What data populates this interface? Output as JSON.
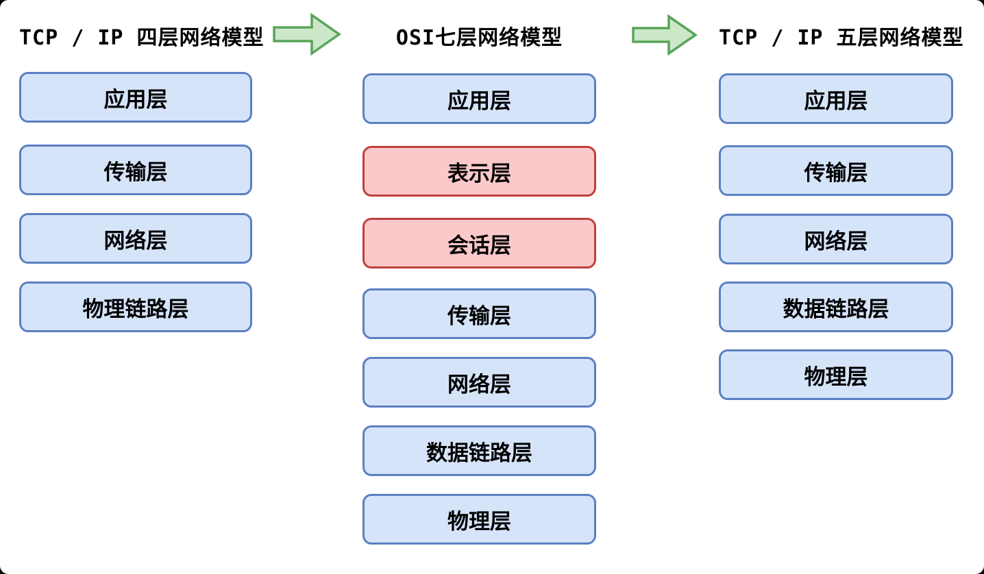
{
  "colors": {
    "canvas": "#ffffff",
    "text": "#000000",
    "layer_fill": "#d6e4fa",
    "layer_border": "#5b7fc2",
    "highlight_fill": "#fbc9c9",
    "highlight_border": "#bf3f3f",
    "arrow_fill": "#cde7c9",
    "arrow_border": "#58a559"
  },
  "columns": [
    {
      "title": "TCP / IP 四层网络模型",
      "layers": [
        {
          "label": "应用层"
        },
        {
          "label": "传输层"
        },
        {
          "label": "网络层"
        },
        {
          "label": "物理链路层"
        }
      ]
    },
    {
      "title": "OSI七层网络模型",
      "layers": [
        {
          "label": "应用层"
        },
        {
          "label": "表示层",
          "highlight": true
        },
        {
          "label": "会话层",
          "highlight": true
        },
        {
          "label": "传输层"
        },
        {
          "label": "网络层"
        },
        {
          "label": "数据链路层"
        },
        {
          "label": "物理层"
        }
      ]
    },
    {
      "title": "TCP / IP 五层网络模型",
      "layers": [
        {
          "label": "应用层"
        },
        {
          "label": "传输层"
        },
        {
          "label": "网络层"
        },
        {
          "label": "数据链路层"
        },
        {
          "label": "物理层"
        }
      ]
    }
  ],
  "arrows": [
    {
      "name": "right-arrow"
    },
    {
      "name": "right-arrow"
    }
  ]
}
